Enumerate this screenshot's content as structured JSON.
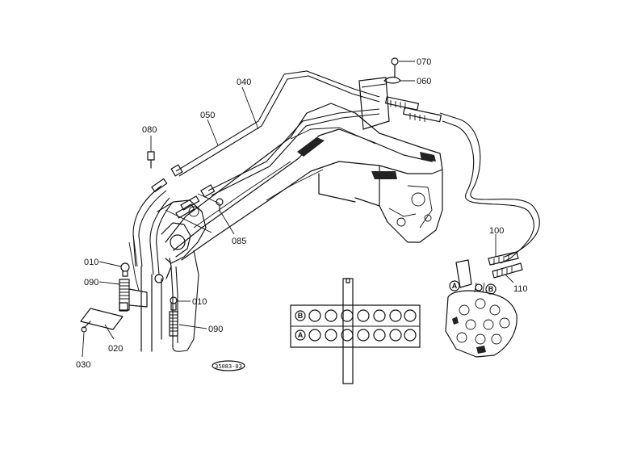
{
  "diagram": {
    "part_labels": {
      "p010a": "010",
      "p010b": "010",
      "p020": "020",
      "p030": "030",
      "p040": "040",
      "p050": "050",
      "p060": "060",
      "p070": "070",
      "p080": "080",
      "p085": "085",
      "p090a": "090",
      "p090b": "090",
      "p100": "100",
      "p110": "110"
    },
    "ports": {
      "a": "A",
      "b": "B"
    },
    "reference_code": "35083-03",
    "colors": {
      "line": "#111111",
      "background": "#ffffff"
    }
  }
}
